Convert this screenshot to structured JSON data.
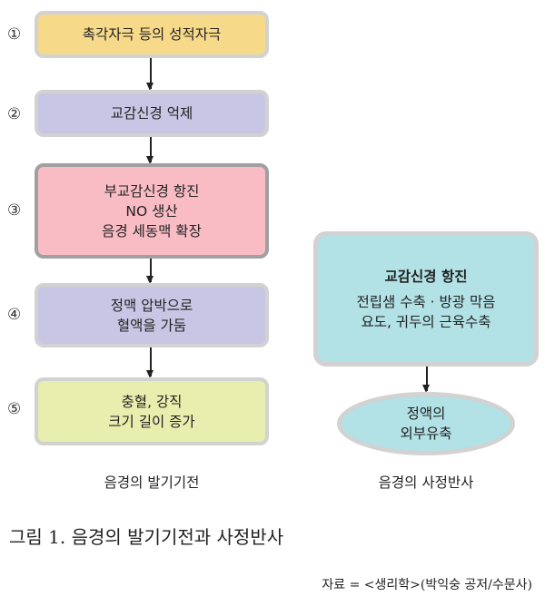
{
  "steps": [
    {
      "num": "①",
      "lines": [
        "촉각자극 등의 성적자극"
      ],
      "color": "#f7d98a"
    },
    {
      "num": "②",
      "lines": [
        "교감신경 억제"
      ],
      "color": "#c9c5e4"
    },
    {
      "num": "③",
      "lines": [
        "부교감신경 항진",
        "NO 생산",
        "음경 세동맥 확장"
      ],
      "color": "#f9bcc5"
    },
    {
      "num": "④",
      "lines": [
        "정맥 압박으로",
        "혈액을 가둠"
      ],
      "color": "#c9c5e4"
    },
    {
      "num": "⑤",
      "lines": [
        "충혈, 강직",
        "크기 길이 증가"
      ],
      "color": "#e8eeae"
    }
  ],
  "left_caption": "음경의 발기기전",
  "right": {
    "title": "교감신경 항진",
    "lines": [
      "전립샘 수축 · 방광 막음",
      "요도, 귀두의 근육수축"
    ],
    "ellipse": [
      "정액의",
      "외부유축"
    ],
    "color": "#b2e1e6"
  },
  "right_caption": "음경의 사정반사",
  "figure_title": "그림 1. 음경의 발기기전과 사정반사",
  "source": "자료 = <생리학>(박익숭 공저/수문사)"
}
